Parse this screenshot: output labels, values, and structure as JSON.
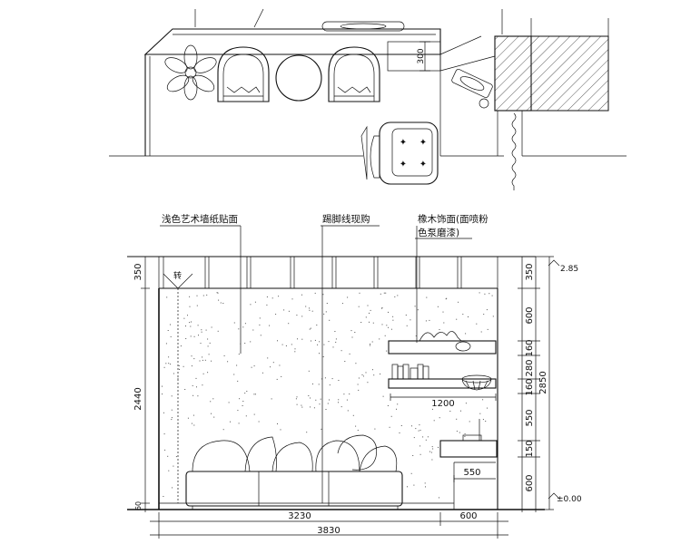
{
  "annotations": {
    "wallpaper": "浅色艺术墙纸贴面",
    "skirting": "踢脚线现购",
    "wood_line1": "橡木饰面(面喷粉",
    "wood_line2": "色泵磨漆)",
    "turn_mark": "转"
  },
  "plan_dims": {
    "depth_300": "300"
  },
  "vertical_dims_left": [
    "350",
    "2440",
    "60"
  ],
  "vertical_dims_right": [
    "350",
    "600",
    "160",
    "280",
    "160",
    "550",
    "150",
    "600"
  ],
  "vertical_total": "2850",
  "level_marks": {
    "top": "2.85",
    "bottom": "±0.00"
  },
  "shelf_dims": {
    "shelf_width": "1200",
    "cabinet_width": "550"
  },
  "horizontal_dims": {
    "sofa_wall": "3230",
    "cabinet": "600",
    "overall": "3830"
  },
  "colors": {
    "line": "#111111",
    "background": "#ffffff"
  }
}
